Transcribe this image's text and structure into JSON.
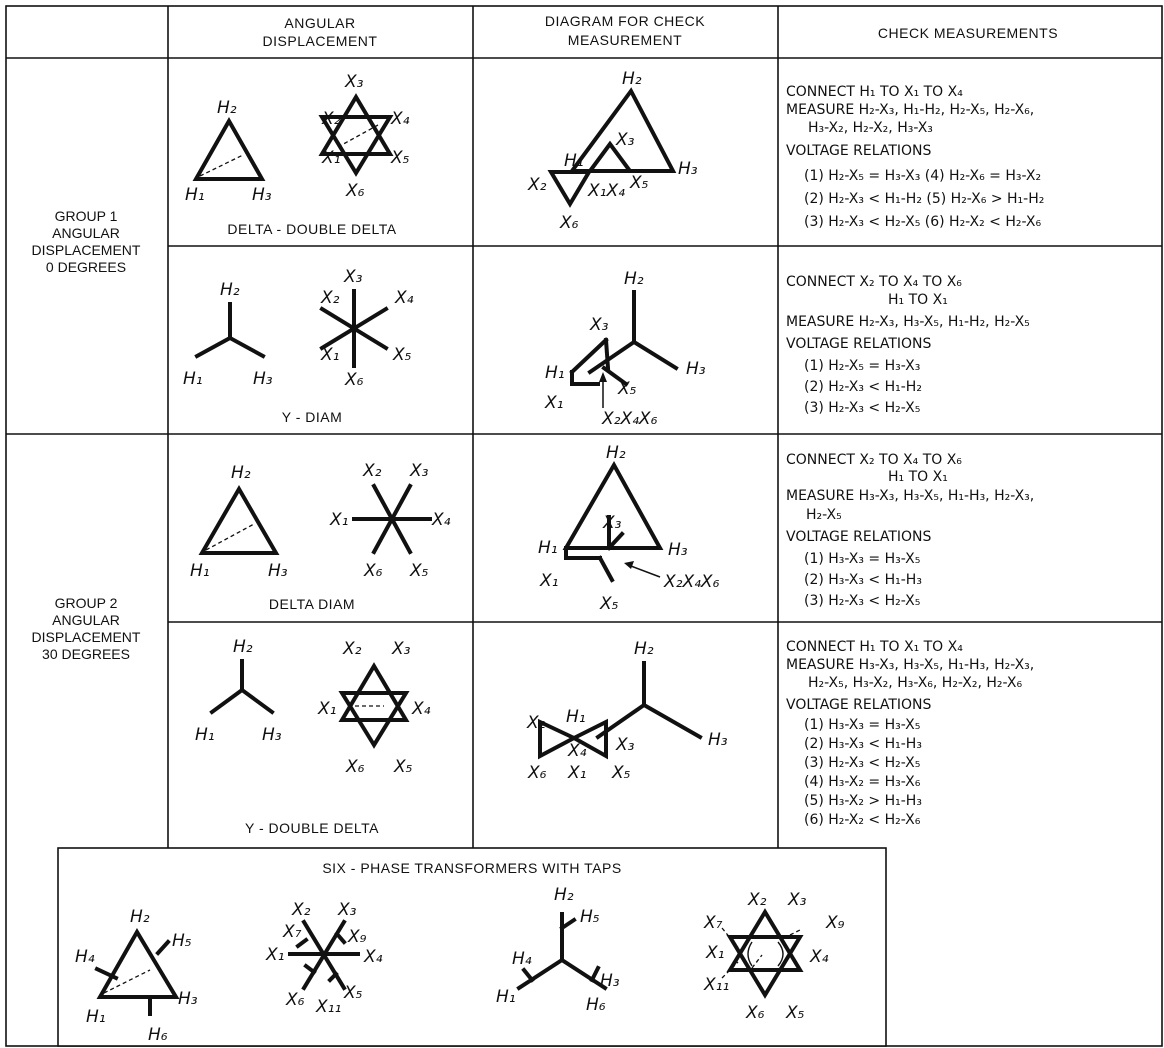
{
  "headers": {
    "angular": [
      "ANGULAR",
      "DISPLACEMENT"
    ],
    "diagram": [
      "DIAGRAM  FOR  CHECK",
      "MEASUREMENT"
    ],
    "check": "CHECK  MEASUREMENTS"
  },
  "groups": {
    "group1": [
      "GROUP 1",
      "ANGULAR",
      "DISPLACEMENT",
      "0  DEGREES"
    ],
    "group2": [
      "GROUP 2",
      "ANGULAR",
      "DISPLACEMENT",
      "30 DEGREES"
    ]
  },
  "captions": {
    "row1": "DELTA - DOUBLE  DELTA",
    "row2": "Y - DIAM",
    "row3": "DELTA  DIAM",
    "row4": "Y - DOUBLE  DELTA",
    "taps": "SIX - PHASE  TRANSFORMERS  WITH  TAPS"
  },
  "checks": {
    "row1": [
      "CONNECT H₁ TO X₁ TO X₄",
      "MEASURE H₂-X₃, H₁-H₂, H₂-X₅, H₂-X₆,",
      "H₃-X₂, H₂-X₂, H₃-X₃",
      "VOLTAGE RELATIONS",
      "(1) H₂-X₅ = H₃-X₃   (4) H₂-X₆ = H₃-X₂",
      "(2) H₂-X₃ < H₁-H₂   (5) H₂-X₆ > H₁-H₂",
      "(3) H₂-X₃ < H₂-X₅   (6) H₂-X₂ < H₂-X₆"
    ],
    "row2": [
      "CONNECT X₂ TO X₄ TO X₆",
      "H₁ TO X₁",
      "MEASURE H₂-X₃, H₃-X₅, H₁-H₂, H₂-X₅",
      "VOLTAGE RELATIONS",
      "(1) H₂-X₅ = H₃-X₃",
      "(2) H₂-X₃ < H₁-H₂",
      "(3) H₂-X₃ < H₂-X₅"
    ],
    "row3": [
      "CONNECT X₂ TO X₄ TO X₆",
      "H₁ TO X₁",
      "MEASURE H₃-X₃, H₃-X₅, H₁-H₃, H₂-X₃,",
      "H₂-X₅",
      "VOLTAGE RELATIONS",
      "(1) H₃-X₃ = H₃-X₅",
      "(2) H₃-X₃ < H₁-H₃",
      "(3) H₂-X₃ < H₂-X₅"
    ],
    "row4": [
      "CONNECT H₁ TO X₁ TO X₄",
      "MEASURE H₃-X₃, H₃-X₅, H₁-H₃, H₂-X₃,",
      "H₂-X₅, H₃-X₂, H₃-X₆, H₂-X₂, H₂-X₆",
      "VOLTAGE RELATIONS",
      "(1) H₃-X₃ = H₃-X₅",
      "(2) H₃-X₃ < H₁-H₃",
      "(3) H₂-X₃ < H₂-X₅",
      "(4) H₃-X₂ = H₃-X₆",
      "(5) H₃-X₂ > H₁-H₃",
      "(6) H₂-X₂ < H₂-X₆"
    ]
  },
  "terminals": {
    "H1": "H₁",
    "H2": "H₂",
    "H3": "H₃",
    "H4": "H₄",
    "H5": "H₅",
    "H6": "H₆",
    "X1": "X₁",
    "X2": "X₂",
    "X3": "X₃",
    "X4": "X₄",
    "X5": "X₅",
    "X6": "X₆",
    "X7": "X₇",
    "X9": "X₉",
    "X11": "X₁₁",
    "X1X4": "X₁X₄",
    "X2X4X6": "X₂X₄X₆"
  }
}
